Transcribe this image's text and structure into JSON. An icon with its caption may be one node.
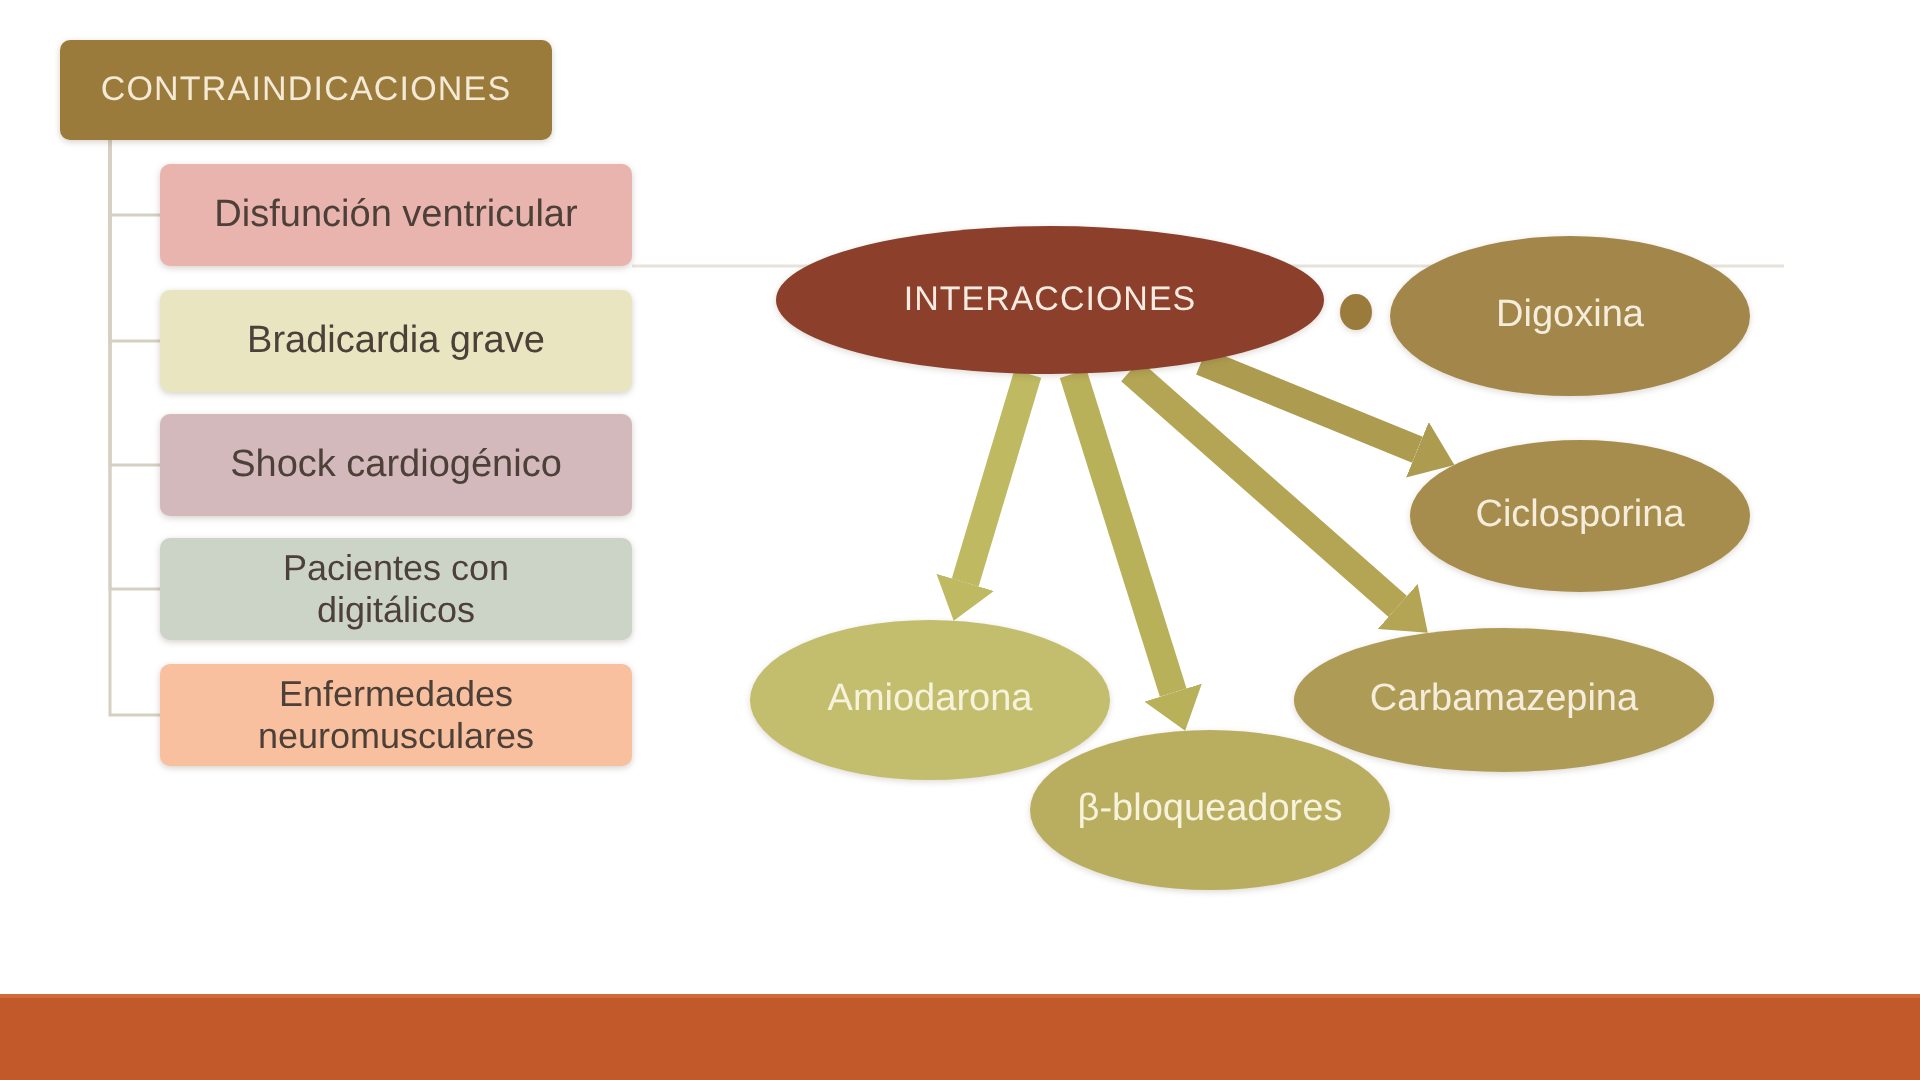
{
  "diagram": {
    "nodes": [
      {
        "text": [
          "CONTRAINDICACIONES"
        ]
      },
      {
        "text": [
          "Disfunción ventricular"
        ]
      },
      {
        "text": [
          "Bradicardia grave"
        ]
      },
      {
        "text": [
          "Shock cardiogénico"
        ]
      },
      {
        "text": [
          "Pacientes con digitálicos"
        ]
      },
      {
        "text": [
          "Enfermedades neuromusculares"
        ]
      },
      {
        "text": [
          "INTERACCIONES"
        ]
      },
      {
        "text": [],
        "shape": "circle"
      },
      {
        "text": [
          "Digoxina"
        ]
      },
      {
        "text": [
          "Ciclosporina"
        ]
      },
      {
        "text": [
          "Amiodarona"
        ]
      },
      {
        "text": [
          "Carbamazepina"
        ]
      },
      {
        "text": [
          "β-bloqueadores"
        ]
      }
    ],
    "edges": [
      {
        "from": 0,
        "to": 1,
        "arrow": "none"
      },
      {
        "from": 0,
        "to": 2,
        "arrow": "none"
      },
      {
        "from": 0,
        "to": 3,
        "arrow": "none"
      },
      {
        "from": 0,
        "to": 4,
        "arrow": "none"
      },
      {
        "from": 0,
        "to": 5,
        "arrow": "none"
      },
      {
        "from": 6,
        "to": 9,
        "arrow": "to",
        "style": "thick",
        "color": "#ad9c50"
      },
      {
        "from": 6,
        "to": 11,
        "arrow": "to",
        "style": "thick",
        "color": "#b3a553"
      },
      {
        "from": 6,
        "to": 12,
        "arrow": "to",
        "style": "thick",
        "color": "#b9b05a"
      },
      {
        "from": 6,
        "to": 10,
        "arrow": "to",
        "style": "thick",
        "color": "#bfb962"
      }
    ]
  }
}
